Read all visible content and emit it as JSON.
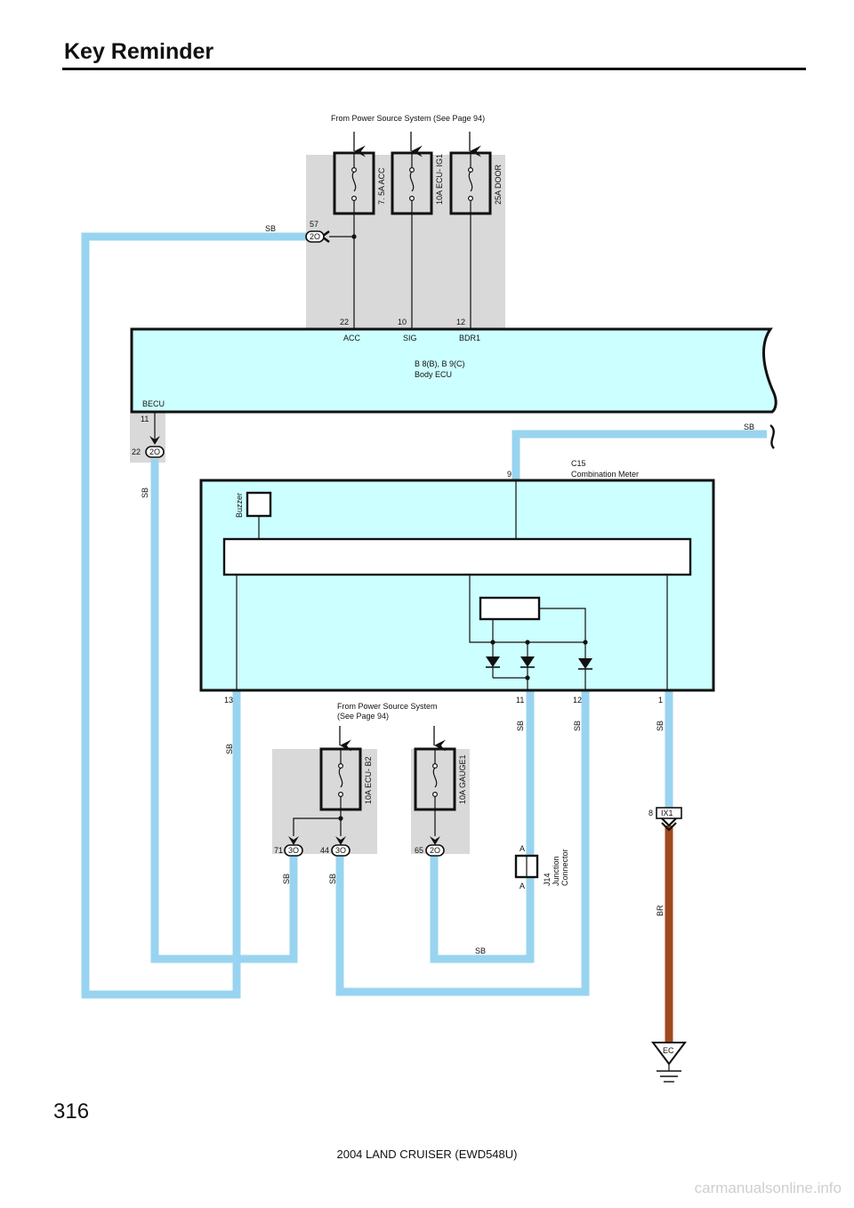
{
  "page": {
    "title": "Key Reminder",
    "page_number": "316",
    "footer": "2004 LAND CRUISER (EWD548U)",
    "watermark": "carmanualsonline.info"
  },
  "colors": {
    "wire_sb": "#98d4f0",
    "wire_br": "#a0481e",
    "ecu_fill": "#ccffff",
    "junction_box_fill": "#d9d9d9"
  },
  "labels": {
    "power_source_top": "From Power Source System (See Page 94)",
    "power_source_mid_1": "From Power Source System",
    "power_source_mid_2": "(See Page 94)",
    "fuse_acc": "7. 5A ACC",
    "fuse_ecu_ig1": "10A ECU- IG1",
    "fuse_door": "25A DOOR",
    "fuse_ecu_b2": "10A ECU- B2",
    "fuse_gauge1": "10A GAUGE1",
    "body_ecu_1": "B 8(B), B 9(C)",
    "body_ecu_2": "Body ECU",
    "pin_acc": "ACC",
    "pin_sig": "SIG",
    "pin_bdr1": "BDR1",
    "becu": "BECU",
    "meter_1": "C15",
    "meter_2": "Combination Meter",
    "buzzer": "Buzzer",
    "junction_1": "J14",
    "junction_2": "Junction",
    "junction_3": "Connector",
    "ground": "EC",
    "connector_ix1": "IX1",
    "conn_2o": "2O",
    "conn_3o": "3O",
    "wire_sb": "SB",
    "wire_br": "BR",
    "junction_pin_a": "A"
  },
  "pins": {
    "p57": "57",
    "p22a": "22",
    "p10": "10",
    "p12a": "12",
    "p11a": "11",
    "p22b": "22",
    "p9": "9",
    "p13": "13",
    "p11b": "11",
    "p12b": "12",
    "p1": "1",
    "p8": "8",
    "p71": "71",
    "p44": "44",
    "p65": "65"
  }
}
